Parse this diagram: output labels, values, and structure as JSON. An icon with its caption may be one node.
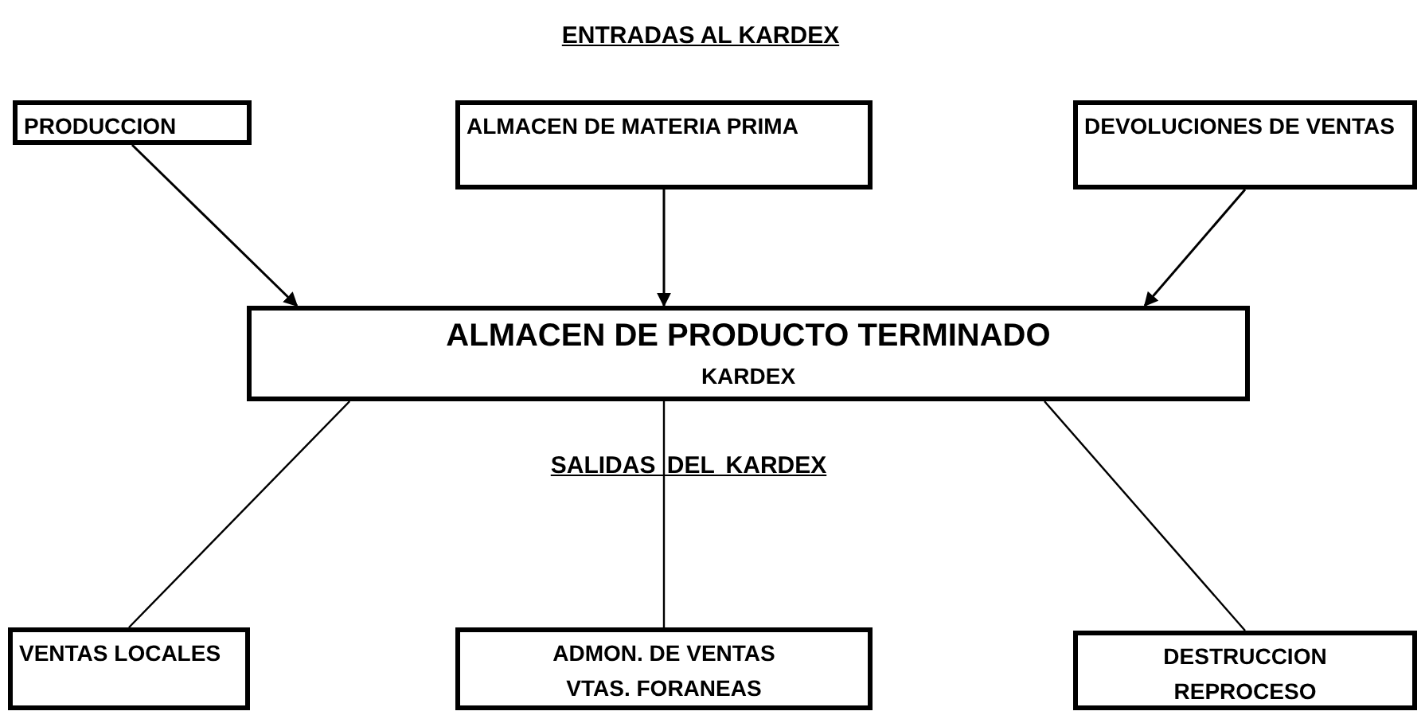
{
  "diagram": {
    "title": "ENTRADAS AL KARDEX",
    "nodes": [
      {
        "text": [
          "PRODUCCION"
        ]
      },
      {
        "text": [
          "ALMACEN DE MATERIA PRIMA"
        ]
      },
      {
        "text": [
          "DEVOLUCIONES DE VENTAS"
        ]
      },
      {
        "text": [
          "ALMACEN DE PRODUCTO TERMINADO",
          "KARDEX"
        ]
      },
      {
        "text": [
          "VENTAS LOCALES"
        ]
      },
      {
        "text": [
          "ADMON. DE VENTAS",
          "VTAS. FORANEAS"
        ]
      },
      {
        "text": [
          "DESTRUCCION",
          "REPROCESO"
        ]
      }
    ],
    "edges": [
      {
        "from": 0,
        "to": 3,
        "arrow": "to"
      },
      {
        "from": 1,
        "to": 3,
        "arrow": "to"
      },
      {
        "from": 2,
        "to": 3,
        "arrow": "to"
      },
      {
        "from": 3,
        "to": 4,
        "arrow": "none"
      },
      {
        "from": 3,
        "to": 5,
        "arrow": "none"
      },
      {
        "from": 3,
        "to": 6,
        "arrow": "none"
      }
    ],
    "labels": [
      "SALIDAS DEL KARDEX"
    ]
  }
}
